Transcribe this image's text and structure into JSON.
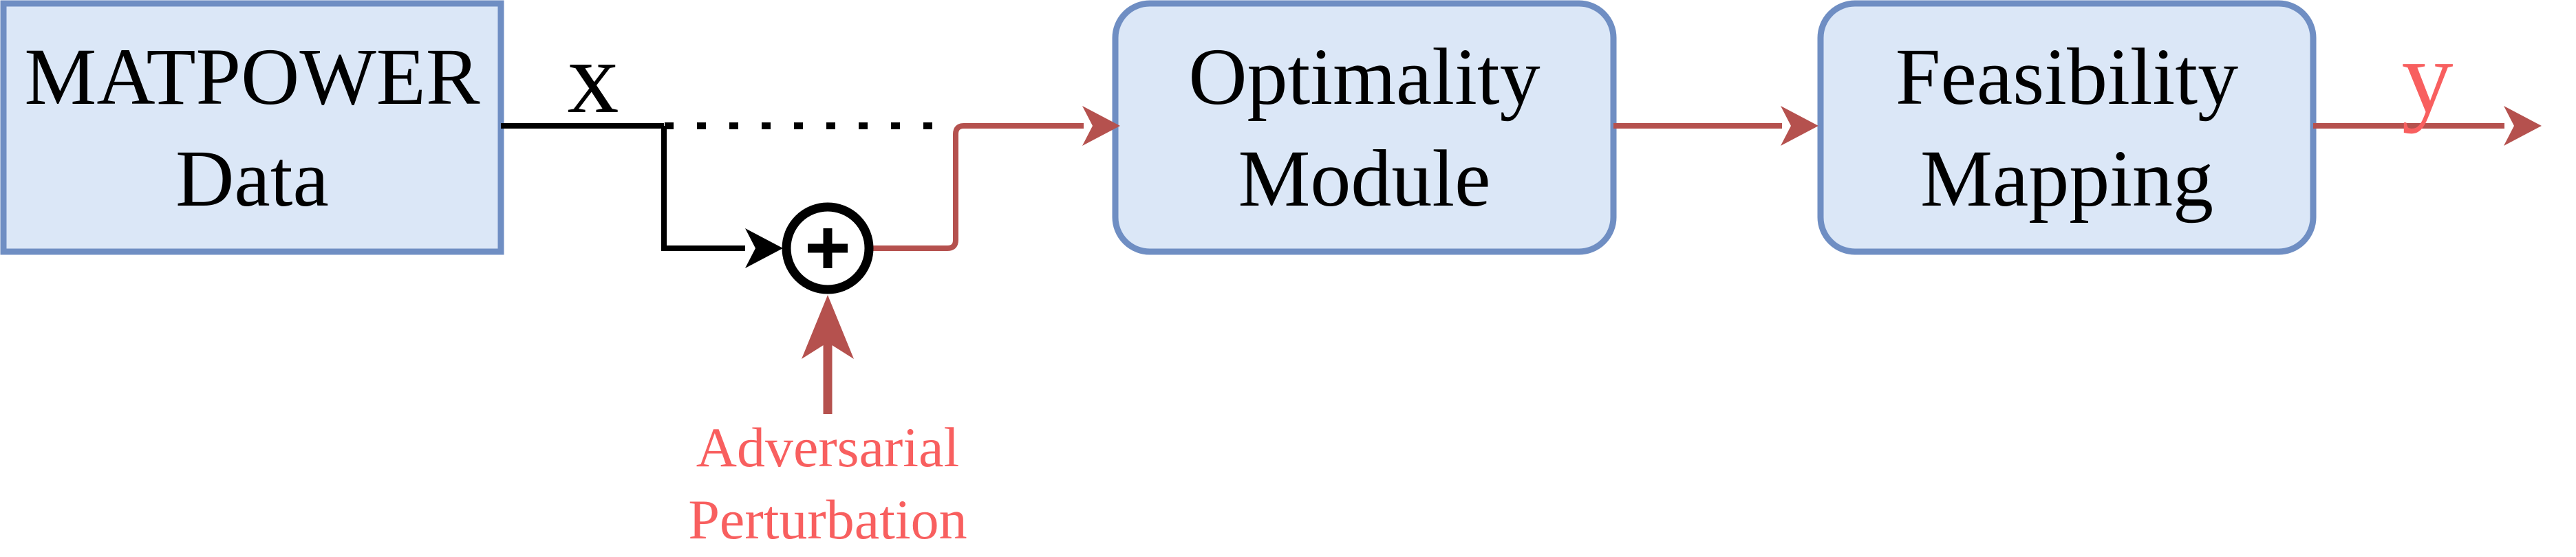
{
  "figure": {
    "type": "block-diagram",
    "background": "#ffffff",
    "nodes": [
      {
        "id": "matpower-data",
        "line1": "MATPOWER",
        "line2": "Data",
        "label": "MATPOWER Data",
        "shape": "rectangle"
      },
      {
        "id": "optimality-module",
        "line1": "Optimality",
        "line2": "Module",
        "label": "Optimality Module",
        "shape": "rounded-rectangle"
      },
      {
        "id": "feasibility-mapping",
        "line1": "Feasibility",
        "line2": "Mapping",
        "label": "Feasibility Mapping",
        "shape": "rounded-rectangle"
      }
    ],
    "labels": {
      "input_signal": "x",
      "output_signal": "y",
      "sum_operator": "+",
      "perturbation_line1": "Adversarial",
      "perturbation_line2": "Perturbation"
    },
    "edges": [
      {
        "from": "matpower-data",
        "to": "sum-junction",
        "label": "x",
        "style": "black solid, branches down into sum junction"
      },
      {
        "from": "matpower-data",
        "to": "optimality-module",
        "style": "black dotted bypass (clean x path)"
      },
      {
        "from": "adversarial-perturbation-label",
        "to": "sum-junction",
        "style": "red arrow upward"
      },
      {
        "from": "sum-junction",
        "to": "optimality-module",
        "style": "red elbow arrow"
      },
      {
        "from": "optimality-module",
        "to": "feasibility-mapping",
        "style": "red arrow"
      },
      {
        "from": "feasibility-mapping",
        "to": "output",
        "label": "y",
        "style": "red arrow"
      }
    ],
    "colors": {
      "node_fill": "#dbe7f7",
      "node_border": "#6f8ec3",
      "connector_black": "#000000",
      "connector_red": "#b5514e",
      "label_salmon": "#f85f5f",
      "sum_circle_fill": "#ffffff"
    }
  }
}
